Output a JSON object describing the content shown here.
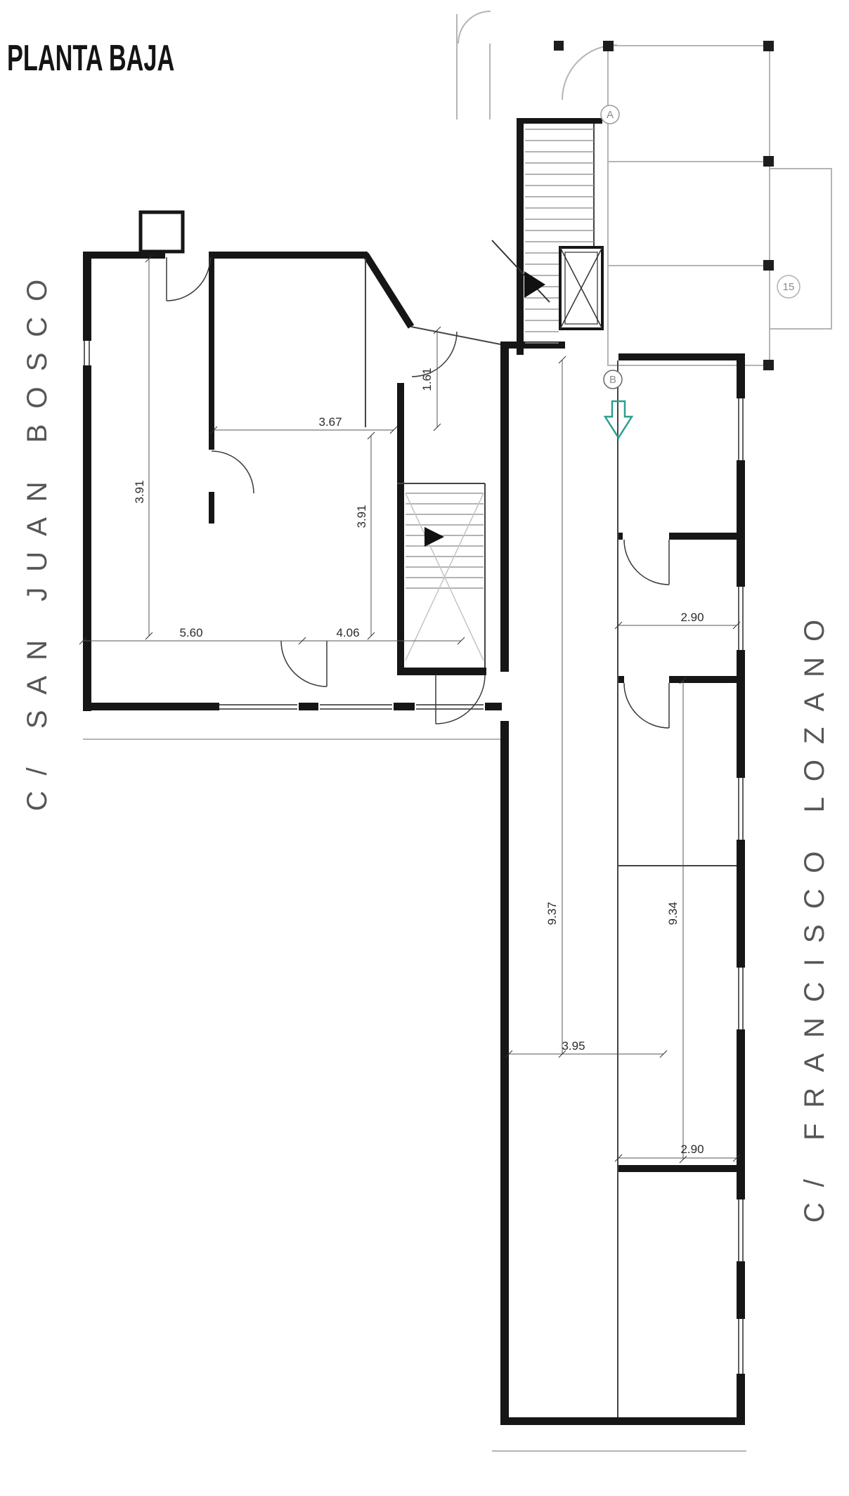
{
  "title": "PLANTA BAJA",
  "streets": {
    "left": "C/ SAN JUAN BOSCO",
    "right": "C/ FRANCISCO LOZANO"
  },
  "markers": {
    "a": "A",
    "b": "B",
    "lot": "15"
  },
  "dimensions": {
    "room1_height": "3.91",
    "room1_width": "5.60",
    "room2_top_width": "3.67",
    "room2_width": "4.06",
    "room2_height": "3.91",
    "hall_width": "1.61",
    "right_room_top_width": "2.90",
    "corridor_length": "9.37",
    "right_length": "9.34",
    "corridor_width": "3.95",
    "right_room_bottom_width": "2.90"
  }
}
